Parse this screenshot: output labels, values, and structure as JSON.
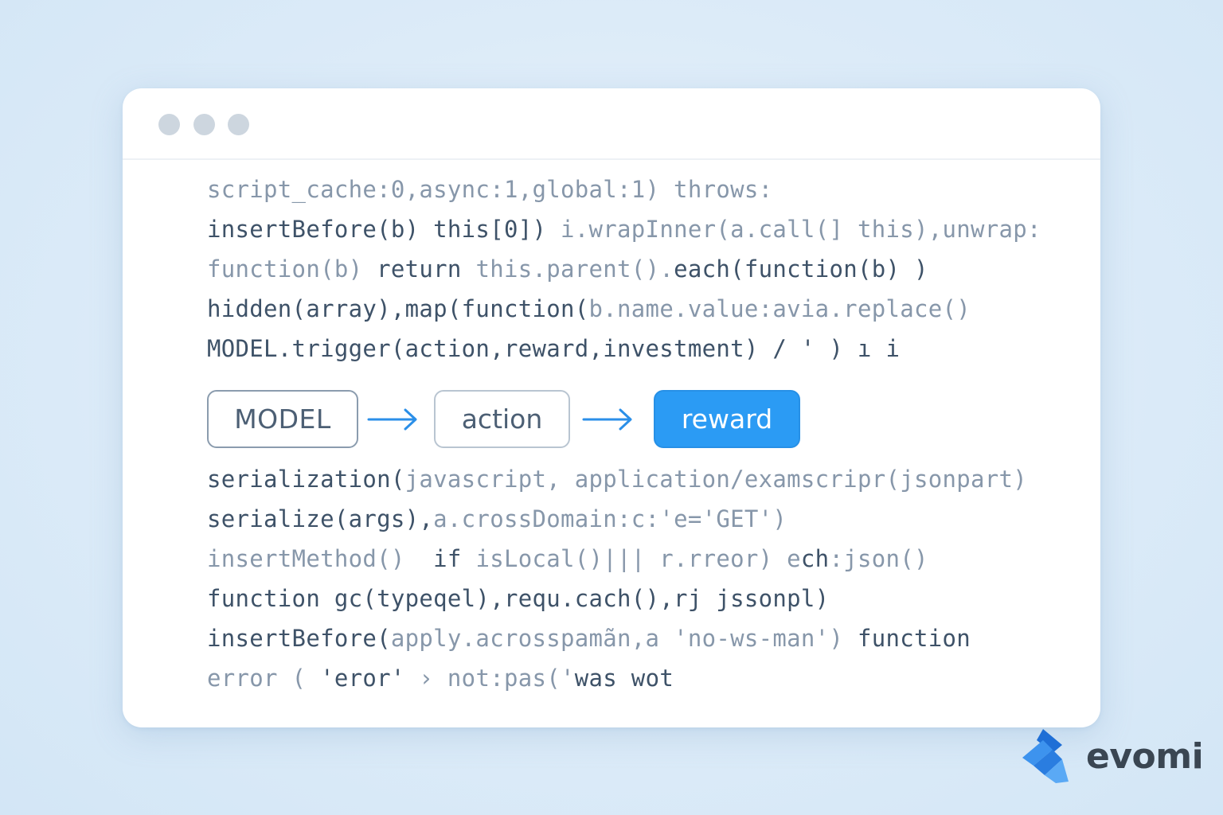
{
  "window": {
    "controls": [
      "window-dot",
      "window-dot",
      "window-dot"
    ]
  },
  "code_top": [
    {
      "segments": [
        {
          "t": "script_cache:0,async:1,global:1) throws:",
          "s": "dim"
        }
      ]
    },
    {
      "segments": [
        {
          "t": "insertBefore(b) this[0]) ",
          "s": "dark"
        },
        {
          "t": "i.wrapInner(a.call(] this),unwrap:",
          "s": "dim"
        }
      ]
    },
    {
      "segments": [
        {
          "t": "function(b) ",
          "s": "dim"
        },
        {
          "t": "return ",
          "s": "dark"
        },
        {
          "t": "this.parent().",
          "s": "dim"
        },
        {
          "t": "each(function(b) )",
          "s": "dark"
        }
      ]
    },
    {
      "segments": [
        {
          "t": "hidden(array),map(function(",
          "s": "dark"
        },
        {
          "t": "b.name.value:avia.replace()",
          "s": "dim"
        }
      ]
    },
    {
      "segments": [
        {
          "t": "MODEL.trigger(action,reward,investment) / ' ) ı i",
          "s": "dark"
        }
      ]
    }
  ],
  "flow": {
    "nodes": [
      {
        "label": "MODEL"
      },
      {
        "label": "action"
      },
      {
        "label": "reward"
      }
    ],
    "accent": "#2b9bf4"
  },
  "code_bottom": [
    {
      "segments": [
        {
          "t": "serialization(",
          "s": "dark"
        },
        {
          "t": "javascript, application/examscripr(jsonpart)",
          "s": "dim"
        }
      ]
    },
    {
      "segments": [
        {
          "t": "serialize(args),",
          "s": "dark"
        },
        {
          "t": "a.crossDomain:c:'e='GET')",
          "s": "dim"
        }
      ]
    },
    {
      "segments": [
        {
          "t": "insertMethod()  ",
          "s": "dim"
        },
        {
          "t": "if ",
          "s": "dark"
        },
        {
          "t": "isLocal()||| r.rreor) ",
          "s": "dim"
        },
        {
          "t": "e",
          "s": "dim"
        },
        {
          "t": "ch",
          "s": "dark"
        },
        {
          "t": ":json()",
          "s": "dim"
        }
      ]
    },
    {
      "segments": [
        {
          "t": "function gc(typeqel),requ.cach(),rj jssonpl)",
          "s": "dark"
        }
      ]
    },
    {
      "segments": [
        {
          "t": "insertBefore(",
          "s": "dark"
        },
        {
          "t": "apply.acrosspamãn,a 'no-ws-man') ",
          "s": "dim"
        },
        {
          "t": "function",
          "s": "dark"
        }
      ]
    },
    {
      "segments": [
        {
          "t": "error ( ",
          "s": "dim"
        },
        {
          "t": "'eror' ",
          "s": "dark"
        },
        {
          "t": "› not:pas('",
          "s": "dim"
        },
        {
          "t": "was wot",
          "s": "dark"
        }
      ]
    }
  ],
  "brand": {
    "name": "evomi",
    "icon": "evomi-logo-icon",
    "color": "#2c7be5"
  }
}
